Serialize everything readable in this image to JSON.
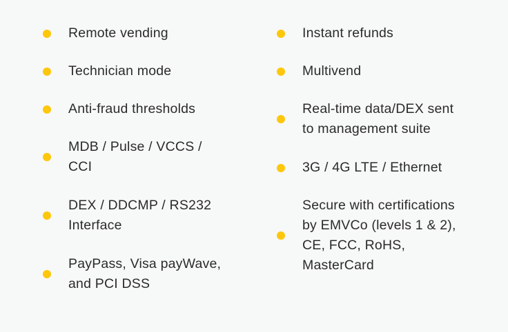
{
  "accent_color": "#fdc70c",
  "features": {
    "left": [
      {
        "label": "Remote vending"
      },
      {
        "label": "Technician mode"
      },
      {
        "label": "Anti-fraud thresholds"
      },
      {
        "label": "MDB / Pulse / VCCS /\nCCI"
      },
      {
        "label": "DEX / DDCMP / RS232\nInterface"
      },
      {
        "label": "PayPass, Visa payWave,\nand PCI DSS"
      }
    ],
    "right": [
      {
        "label": "Instant refunds"
      },
      {
        "label": "Multivend"
      },
      {
        "label": "Real-time data/DEX sent\nto management suite"
      },
      {
        "label": "3G / 4G LTE / Ethernet"
      },
      {
        "label": "Secure with certifications\nby EMVCo (levels 1 & 2),\nCE, FCC, RoHS,\nMasterCard"
      }
    ]
  }
}
